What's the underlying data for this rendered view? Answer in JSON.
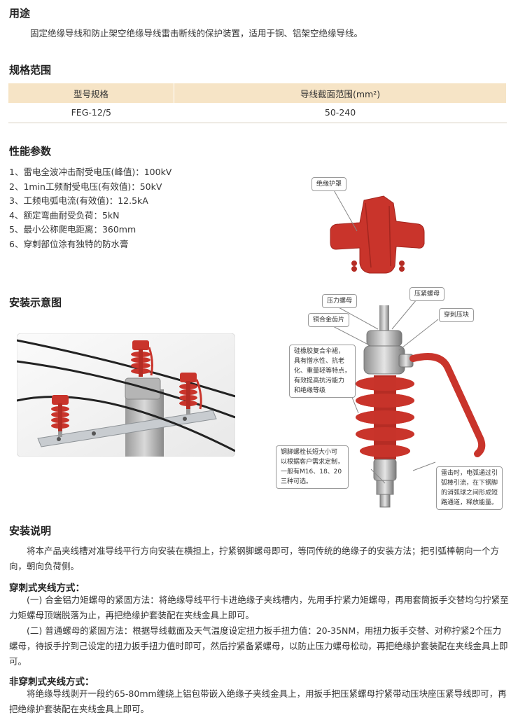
{
  "sections": {
    "usage_title": "用途",
    "usage_text": "固定绝缘导线和防止架空绝缘导线雷击断线的保护装置，适用于铜、铝架空绝缘导线。",
    "spec_title": "规格范围",
    "spec_table": {
      "headers": [
        "型号规格",
        "导线截面范围(mm²)"
      ],
      "rows": [
        [
          "FEG-12/5",
          "50-240"
        ]
      ]
    },
    "perf_title": "性能参数",
    "perf_items": [
      "1、雷电全波冲击耐受电压(峰值)：100kV",
      "2、1min工频耐受电压(有效值)：50kV",
      "3、工频电弧电流(有效值)：12.5kA",
      "4、额定弯曲耐受负荷：5kN",
      "5、最小公称爬电距离：360mm",
      "6、穿刺部位涂有独特的防水膏"
    ],
    "install_diagram_title": "安装示意图",
    "callouts": {
      "cover": "绝缘护罩",
      "pressure_nut": "压力螺母",
      "lock_nut": "压紧螺母",
      "copper_teeth": "铜合金齿片",
      "pierce_block": "穿刺压块",
      "rubber": [
        "硅橡胶复合伞裙，",
        "具有憎水性、抗老",
        "化、重量轻等特点，",
        "有效提高抗污能力",
        "和绝缘等级"
      ],
      "bolt": [
        "钢脚螺栓长短大小可",
        "以根据客户需求定制，",
        "一般有M16、18、20",
        "三种可选。"
      ],
      "arc": [
        "雷击时，电弧通过引",
        "弧棒引流，在下钢脚",
        "的消弧球之间形成短",
        "路通道，释放能量。"
      ]
    },
    "install_notes_title": "安装说明",
    "install_notes_text": "将本产品夹线槽对准导线平行方向安装在横担上，拧紧钢脚螺母即可，等同传统的绝缘子的安装方法；把引弧棒朝向一个方向，朝向负荷侧。",
    "pierce_title": "穿刺式夹线方式：",
    "pierce_1": "(一) 合金铝力矩螺母的紧固方法：将绝缘导线平行卡进绝缘子夹线槽内，先用手拧紧力矩螺母，再用套筒扳手交替均匀拧紧至力矩螺母顶端脱落为止，再把绝缘护套装配在夹线金具上即可。",
    "pierce_2": "(二) 普通螺母的紧固方法：根据导线截面及天气温度设定扭力扳手扭力值：20-35NM，用扭力扳手交替、对称拧紧2个压力螺母，待扳手拧到己设定的扭力扳手扭力值时即可，然后拧紧备紧螺母，以防止压力螺母松动，再把绝缘护套装配在夹线金具上即可。",
    "nonpierce_title": "非穿刺式夹线方式：",
    "nonpierce_text": "将绝缘导线剥开一段约65-80mm缠绕上铝包带嵌入绝缘子夹线金具上，用扳手把压紧螺母拧紧带动压块座压紧导线即可，再把绝缘护套装配在夹线金具上即可。"
  },
  "colors": {
    "insulator_red": "#c9342b",
    "table_header": "#f6e4c6"
  }
}
